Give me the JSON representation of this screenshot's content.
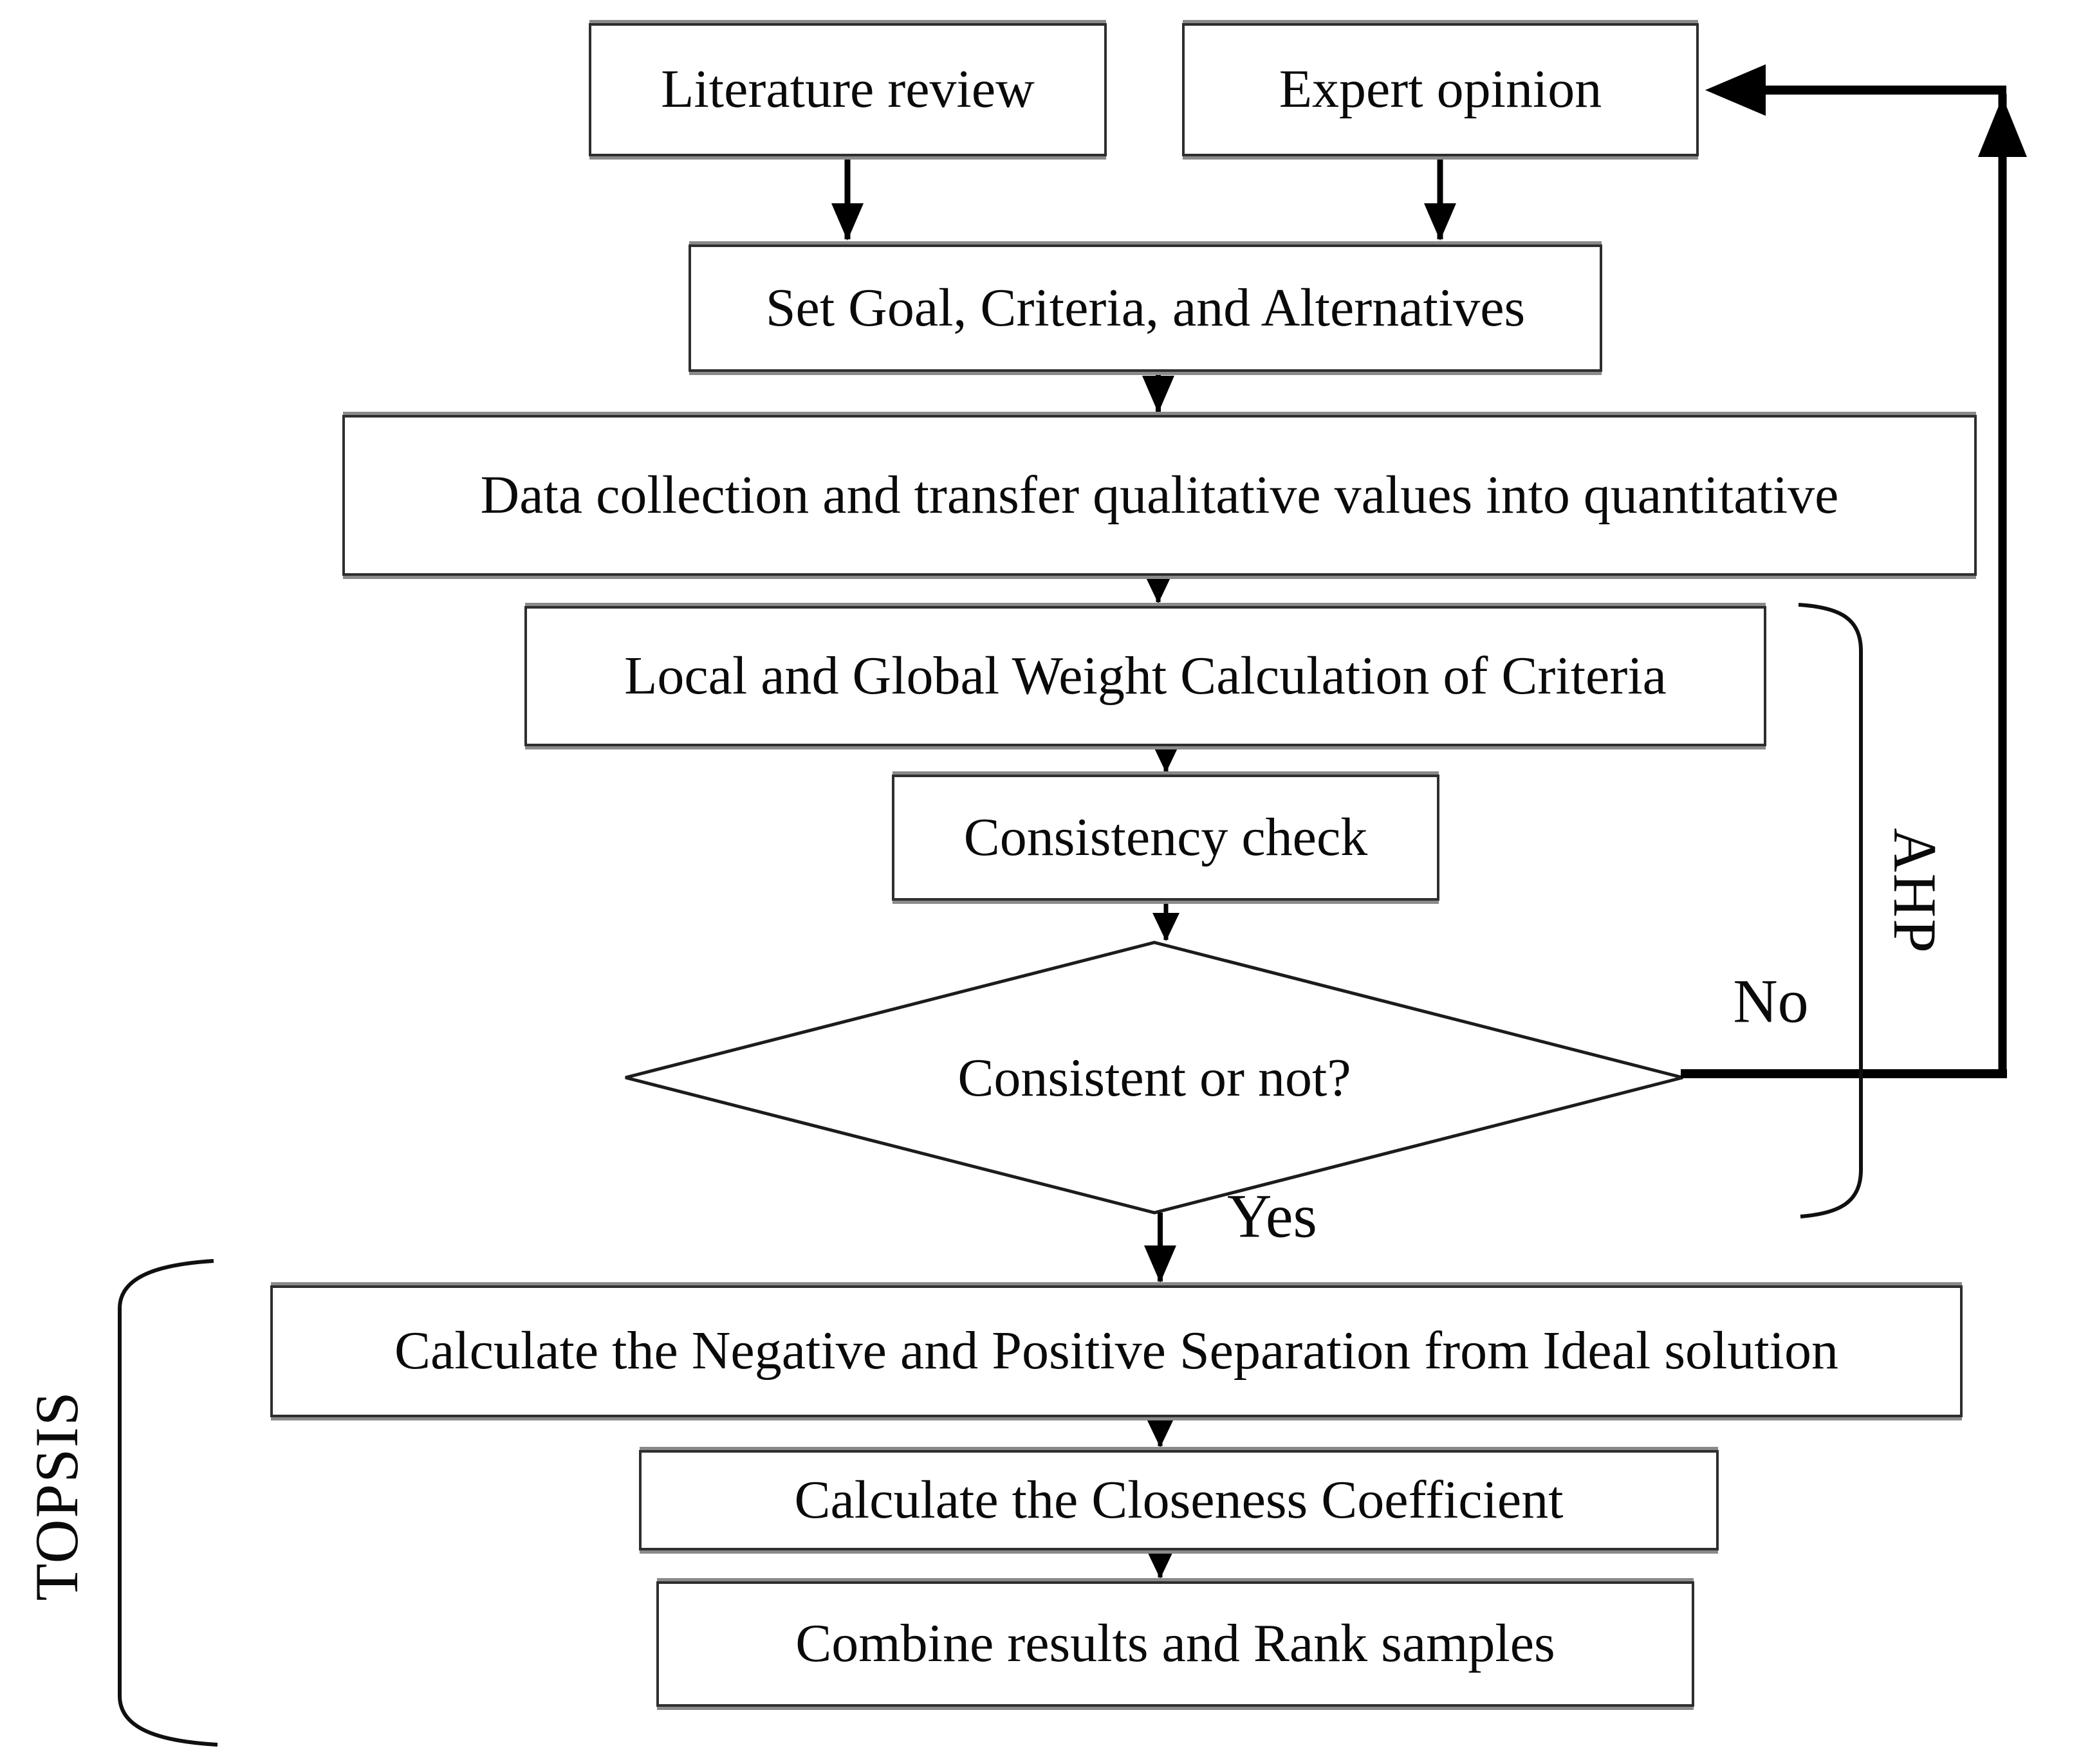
{
  "nodes": {
    "literature_review": {
      "label": "Literature review"
    },
    "expert_opinion": {
      "label": "Expert opinion"
    },
    "set_goal": {
      "label": "Set Goal, Criteria, and Alternatives"
    },
    "data_collection": {
      "label": "Data collection and transfer qualitative values into quantitative"
    },
    "weight_calc": {
      "label": "Local and Global Weight Calculation of Criteria"
    },
    "consistency_check": {
      "label": "Consistency check"
    },
    "decision": {
      "label": "Consistent or not?"
    },
    "calc_separation": {
      "label": "Calculate the Negative and Positive Separation from Ideal solution"
    },
    "closeness": {
      "label": "Calculate the Closeness Coefficient"
    },
    "combine": {
      "label": "Combine results and Rank samples"
    }
  },
  "edge_labels": {
    "no": "No",
    "yes": "Yes"
  },
  "group_labels": {
    "ahp": "AHP",
    "topsis": "TOPSIS"
  },
  "colors": {
    "line": "#000000",
    "box_border": "#2e2e2e",
    "box_shadow": "#8a8a8a",
    "text": "#0a0a0a",
    "background": "#ffffff"
  }
}
